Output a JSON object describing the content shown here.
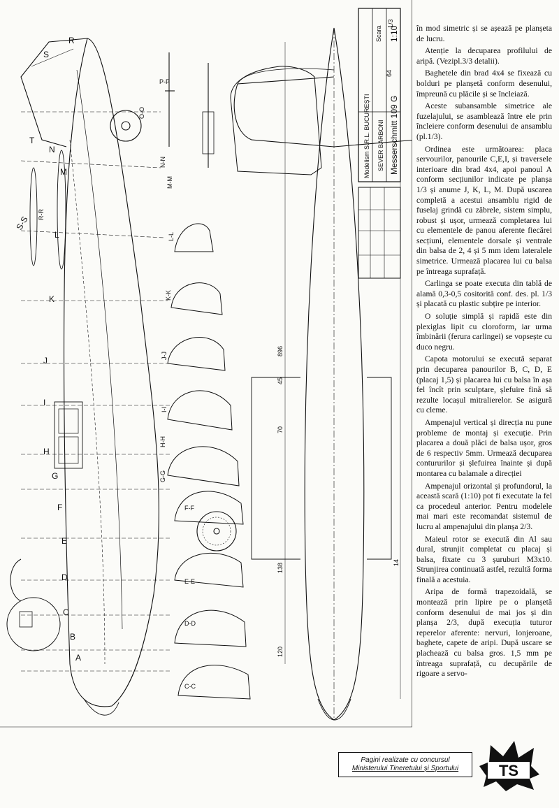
{
  "body_text": [
    "în mod simetric și se așează pe planșeta de lucru.",
    "Atenție la decuparea profilului de aripă. (Vezipl.3/3 detalii).",
    "Baghetele din brad 4x4 se fixează cu bolduri pe planșetă conform desenului, împreună cu plăcile și se încleiază.",
    "Aceste subansamble simetrice ale fuzelajului, se asamblează între ele prin încleiere conform desenului de ansamblu (pl.1/3).",
    "Ordinea este următoarea: placa servourilor, panourile C,E,I, și traversele interioare din brad 4x4, apoi panoul A conform secțiunilor indicate pe planșa 1/3 și anume J, K, L, M. După uscarea completă a acestui ansamblu rigid de fuselaj grindă cu zăbrele, sistem simplu, robust și ușor, urmează completarea lui cu elementele de panou aferente fiecărei secțiuni, elementele dorsale și ventrale din balsa de 2, 4 și 5 mm idem lateralele simetrice. Urmează placarea lui cu balsa pe întreaga suprafață.",
    "Carlinga se poate executa din tablă de alamă 0,3-0,5 cositorită conf. des. pl. 1/3 și placată cu plastic subțire pe interior.",
    "O soluție simplă și rapidă este din plexiglas lipit cu cloroform, iar urma îmbinării (ferura carlingei) se vopsește cu duco negru.",
    "Capota motorului se execută separat prin decuparea panourilor B, C, D, E (placaj 1,5) și placarea lui cu balsa în așa fel încît prin sculptare, șlefuire fină să rezulte locașul mitralierelor. Se asigură cu cleme.",
    "Ampenajul vertical și direcția nu pune probleme de montaj și execuție. Prin placarea a două plăci de balsa ușor, gros de 6 respectiv 5mm. Urmează decuparea contururilor și șlefuirea înainte și după montarea cu balamale a direcției",
    "Ampenajul orizontal și profundorul, la această scară (1:10) pot fi executate la fel ca procedeul anterior. Pentru modelele mai mari este recomandat sistemul de lucru al ampenajului din planșa 2/3.",
    "Maieul rotor se execută din Al sau dural, strunjit completat cu placaj și balsa, fixate cu 3 șuruburi M3x10. Strunjirea continuată astfel, rezultă forma finală a acestuia.",
    "Aripa de formă trapezoidală, se montează prin lipire pe o planșetă conform desenului de mai jos și din planșa 2/3, după execuția tuturor reperelor aferente: nervuri, lonjeroane, baghete, capete de aripi. După uscare se plachează cu balsa gros. 1,5 mm pe întreaga suprafață, cu decupările de rigoare a servo-"
  ],
  "footer": {
    "line1": "Pagini realizate cu concursul",
    "line2": "Ministerului Tineretului și Sportului"
  },
  "logo_text": "TS",
  "title_block": {
    "title": "Messerschmitt 109 G",
    "scale_label": "Scara",
    "scale": "1:10",
    "sheet": "1/3",
    "author": "SEVER BARBONI",
    "club": "Modelism S.R.L. BUCUREȘTI"
  },
  "section_labels": [
    "R-R",
    "P-P",
    "O-O",
    "N-N",
    "M-M",
    "L-L",
    "K-K",
    "J-J",
    "I-I",
    "H-H",
    "G-G",
    "F-F",
    "E-E",
    "D-D",
    "C-C",
    "S-S"
  ],
  "station_letters": [
    "S",
    "R",
    "T",
    "N",
    "M",
    "L",
    "K",
    "J",
    "I",
    "H",
    "G",
    "F",
    "E",
    "D",
    "C",
    "B",
    "A"
  ],
  "dimensions": [
    "896",
    "64",
    "45",
    "70",
    "120",
    "138",
    "14"
  ],
  "colors": {
    "ink": "#111111",
    "paper": "#fbfbf8"
  }
}
